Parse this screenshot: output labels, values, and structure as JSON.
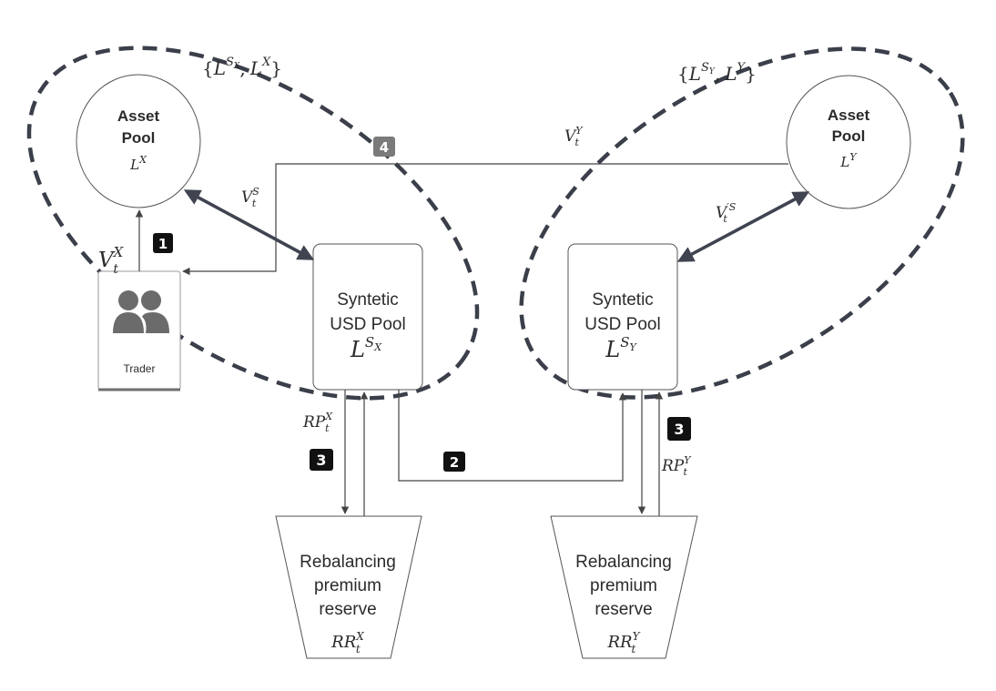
{
  "colors": {
    "stroke": "#444444",
    "dashed": "#3a3f4a",
    "text": "#2b2b2b",
    "badge_dark": "#111111",
    "badge_grey": "#7a7a7a",
    "trader_icon": "#6b6b6b"
  },
  "icons": [
    "people-icon"
  ],
  "nodes": {
    "asset_pool_x": {
      "line1": "Asset",
      "line2": "Pool",
      "base": "L",
      "sup": "X"
    },
    "asset_pool_y": {
      "line1": "Asset",
      "line2": "Pool",
      "base": "L",
      "sup": "Y"
    },
    "synthetic_pool_x": {
      "line1": "Syntetic",
      "line2": "USD Pool",
      "base": "L",
      "sup": "S",
      "subsup": "X"
    },
    "synthetic_pool_y": {
      "line1": "Syntetic",
      "line2": "USD Pool",
      "base": "L",
      "sup": "S",
      "subsup": "Y"
    },
    "trader": {
      "label": "Trader"
    },
    "reserve_x": {
      "line1": "Rebalancing",
      "line2": "premium",
      "line3": "reserve",
      "base": "RR",
      "sub": "t",
      "sup": "X"
    },
    "reserve_y": {
      "line1": "Rebalancing",
      "line2": "premium",
      "line3": "reserve",
      "base": "RR",
      "sub": "t",
      "sup": "Y"
    }
  },
  "sets": {
    "left": {
      "open": "{",
      "b1": "L",
      "s1": "S",
      "ss1": "X",
      "sep": ",",
      "b2": "L",
      "s2": "X",
      "close": "}"
    },
    "right": {
      "open": "{",
      "b1": "L",
      "s1": "S",
      "ss1": "Y",
      "sep": ",",
      "b2": "L",
      "s2": "Y",
      "close": "}"
    }
  },
  "flows": {
    "vtx": {
      "base": "V",
      "sub": "t",
      "sup": "X"
    },
    "vts": {
      "base": "V",
      "sub": "t",
      "sup": "S"
    },
    "vty": {
      "base": "V",
      "sub": "t",
      "sup": "Y"
    },
    "vtps": {
      "base": "V",
      "sub": "t",
      "sup": "′S"
    },
    "rptx": {
      "base": "RP",
      "sub": "t",
      "sup": "X"
    },
    "rpty": {
      "base": "RP",
      "sub": "t",
      "sup": "Y"
    }
  },
  "badges": {
    "b1": "1",
    "b2": "2",
    "b3_left": "3",
    "b3_right": "3",
    "b4": "4"
  }
}
